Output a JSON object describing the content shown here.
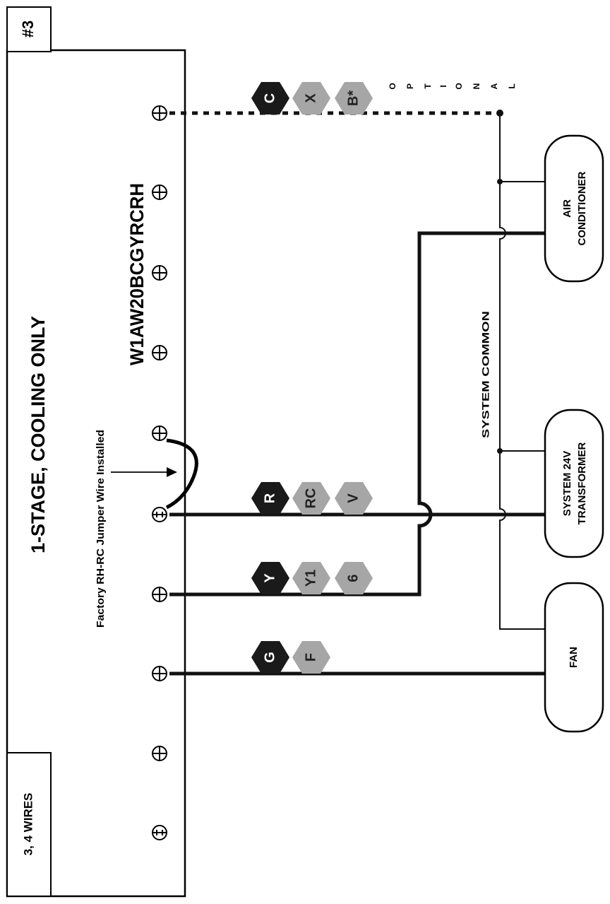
{
  "page_id": "#3",
  "title": "1-STAGE, COOLING ONLY",
  "model": "W1AW20BCGYRCRH",
  "wire_count": "3, 4 WIRES",
  "jumper_note": "Factory RH-RC Jumper Wire Installed",
  "optional_label": "OPTIONAL",
  "optional_letters": [
    "O",
    "P",
    "T",
    "I",
    "O",
    "N",
    "A",
    "L"
  ],
  "system_common": "SYSTEM COMMON",
  "devices": {
    "air_conditioner": [
      "AIR",
      "CONDITIONER"
    ],
    "transformer": [
      "SYSTEM 24V",
      "TRANSFORMER"
    ],
    "fan": [
      "FAN"
    ]
  },
  "terminal_labels": {
    "c_row": [
      "C",
      "X",
      "B*"
    ],
    "r_row": [
      "R",
      "RC",
      "V"
    ],
    "y_row": [
      "Y",
      "Y1",
      "6"
    ],
    "g_row": [
      "G",
      "F"
    ]
  },
  "colors": {
    "primary_terminal": "#1a1a1a",
    "alt_terminal": "#a6a6a6",
    "wire": "#111111",
    "background": "#ffffff"
  }
}
